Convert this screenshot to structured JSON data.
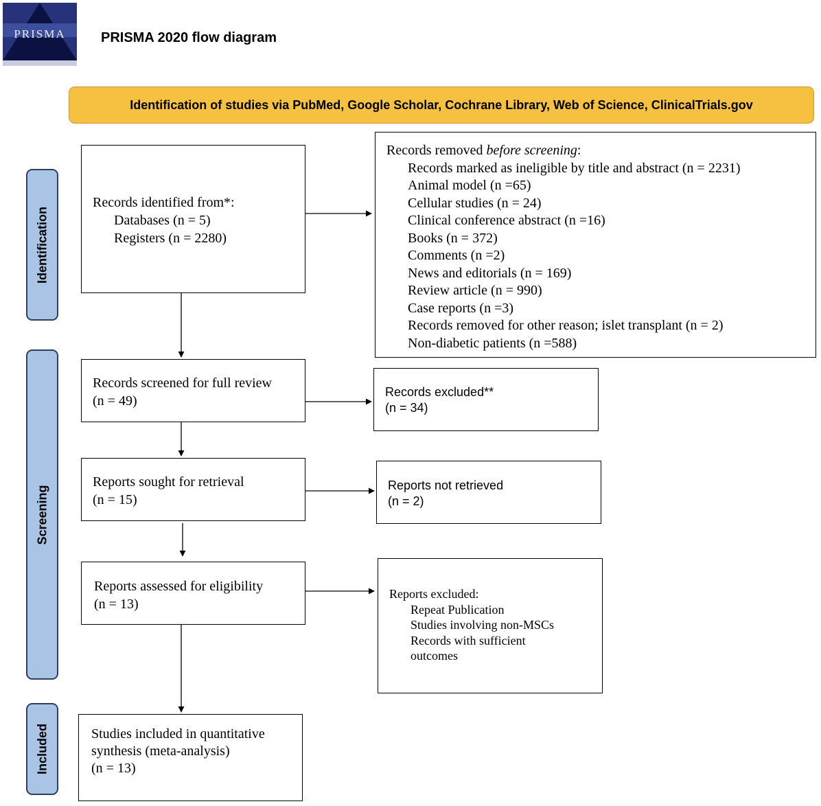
{
  "logo": {
    "text": "PRISMA"
  },
  "title": "PRISMA 2020 flow diagram",
  "banner": "Identification of studies via PubMed, Google Scholar, Cochrane Library, Web of Science, ClinicalTrials.gov",
  "phases": {
    "identification": "Identification",
    "screening": "Screening",
    "included": "Included"
  },
  "records_identified": {
    "heading": "Records identified from*:",
    "databases": "Databases (n = 5)",
    "registers": "Registers (n = 2280)"
  },
  "records_removed": {
    "heading_prefix": "Records removed ",
    "heading_italic": "before screening",
    "heading_suffix": ":",
    "items": [
      "Records marked as ineligible by title and abstract (n = 2231)",
      "Animal model (n =65)",
      "Cellular studies (n = 24)",
      "Clinical conference abstract (n =16)",
      "Books (n = 372)",
      "Comments (n =2)",
      "News and editorials (n = 169)",
      "Review article (n = 990)",
      "Case reports (n =3)",
      "Records removed for other reason; islet transplant (n = 2)",
      "Non-diabetic patients (n =588)"
    ]
  },
  "records_screened": {
    "line1": "Records screened for full review",
    "line2": "(n = 49)"
  },
  "records_excluded": {
    "line1": "Records excluded**",
    "line2": "(n = 34)"
  },
  "reports_sought": {
    "line1": "Reports sought for retrieval",
    "line2": "(n = 15)"
  },
  "reports_not_retrieved": {
    "line1": "Reports not retrieved",
    "line2": "(n = 2)"
  },
  "reports_assessed": {
    "line1": "Reports assessed for eligibility",
    "line2": "(n = 13)"
  },
  "reports_excluded": {
    "heading": "Reports excluded:",
    "items": [
      "Repeat Publication",
      "Studies involving non-MSCs",
      "Records with sufficient",
      "outcomes"
    ]
  },
  "studies_included": {
    "line1": "Studies included in quantitative",
    "line2": "synthesis (meta-analysis)",
    "line3": "(n = 13)"
  }
}
